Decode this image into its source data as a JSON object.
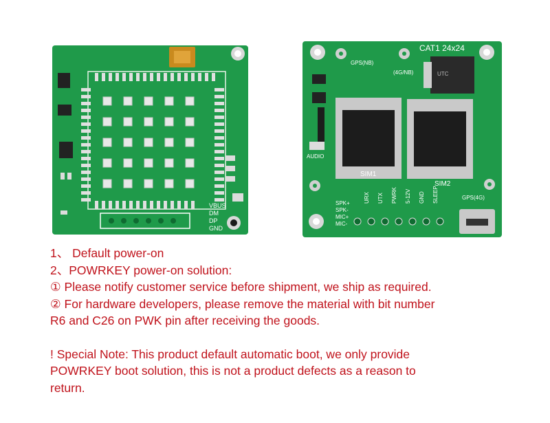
{
  "colors": {
    "pcb": "#1f9a4a",
    "text": "#c0121b"
  },
  "left_board": {
    "silkscreen": [
      "VBUS",
      "DM",
      "DP",
      "GND"
    ]
  },
  "right_board": {
    "silkscreen": {
      "title": "CAT1  24x24",
      "gps": "GPS(NB)",
      "gsm": "(4G/NB)",
      "ldo": "UTC",
      "audio": "AUDIO",
      "sim1": "SIM1",
      "sim2": "SIM2",
      "gps4g": "GPS(4G)",
      "spk_p": "SPK+",
      "spk_n": "SPK-",
      "mic_p": "MIC+",
      "mic_n": "MIC-",
      "pins": [
        "URX",
        "UTX",
        "PWRK",
        "5-12V",
        "GND",
        "SLEEP"
      ]
    }
  },
  "notes": {
    "line1": "1、 Default power-on",
    "line2": "2、POWRKEY power-on solution:",
    "line3": "① Please notify customer service before shipment, we ship as required.",
    "line4": "② For hardware developers, please remove the material with bit number",
    "line5": "R6 and C26 on PWK pin after receiving the goods.",
    "line6": "! Special Note: This product default automatic boot, we only provide",
    "line7": "POWRKEY boot solution, this is not a product defects as a reason to",
    "line8": "return."
  }
}
